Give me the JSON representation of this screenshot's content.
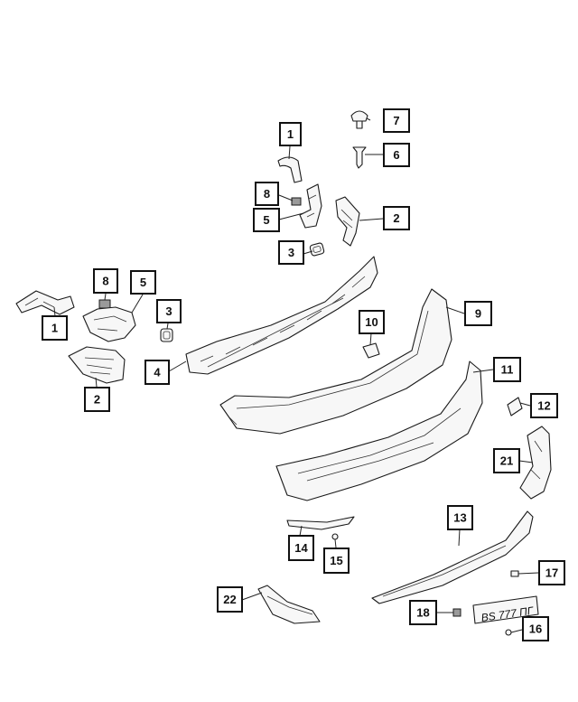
{
  "diagram": {
    "callouts": [
      {
        "id": "c1a",
        "label": "1"
      },
      {
        "id": "c7",
        "label": "7"
      },
      {
        "id": "c6",
        "label": "6"
      },
      {
        "id": "c8a",
        "label": "8"
      },
      {
        "id": "c5a",
        "label": "5"
      },
      {
        "id": "c2a",
        "label": "2"
      },
      {
        "id": "c3a",
        "label": "3"
      },
      {
        "id": "c8b",
        "label": "8"
      },
      {
        "id": "c5b",
        "label": "5"
      },
      {
        "id": "c1b",
        "label": "1"
      },
      {
        "id": "c3b",
        "label": "3"
      },
      {
        "id": "c9",
        "label": "9"
      },
      {
        "id": "c10",
        "label": "10"
      },
      {
        "id": "c4",
        "label": "4"
      },
      {
        "id": "c11",
        "label": "11"
      },
      {
        "id": "c2b",
        "label": "2"
      },
      {
        "id": "c12",
        "label": "12"
      },
      {
        "id": "c21",
        "label": "21"
      },
      {
        "id": "c13",
        "label": "13"
      },
      {
        "id": "c14",
        "label": "14"
      },
      {
        "id": "c15",
        "label": "15"
      },
      {
        "id": "c17",
        "label": "17"
      },
      {
        "id": "c22",
        "label": "22"
      },
      {
        "id": "c18",
        "label": "18"
      },
      {
        "id": "c16",
        "label": "16"
      }
    ],
    "license_plate_text": "BS 777 ПГ"
  }
}
